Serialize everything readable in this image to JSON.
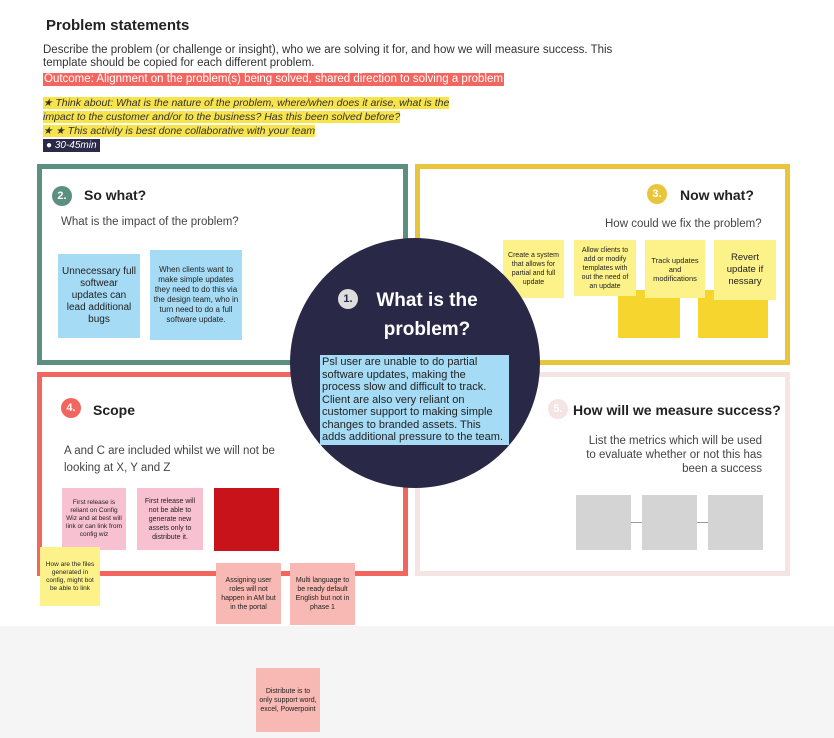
{
  "header": {
    "title": "Problem statements",
    "description": "Describe the problem (or challenge or insight), who we are solving it for, and how we will measure success. This template should be copied for each different problem.",
    "outcome": "Outcome: Alignment on the problem(s) being solved, shared direction to solving a problem",
    "think_line1": "★ Think about: What is the nature of the problem, where/when does it arise, what is the impact to the customer and/or to the business? Has this been solved before?",
    "think_line2": "★ ★ This activity is best done collaborative with your team",
    "time": "● 30-45min"
  },
  "center": {
    "number": "1.",
    "title": "What is the problem?",
    "text": "Psl user are unable to do partial software updates, making the process slow and difficult to track. Client are also very reliant on customer support to making simple changes to branded assets. This adds additional pressure to the team."
  },
  "sowhat": {
    "number": "2.",
    "title": "So what?",
    "question": "What is the impact of the problem?",
    "notes": [
      "Unnecessary full softwear updates can lead additional bugs",
      "When clients want to make simple updates they need to do this via the design team, who in turn need to do a full software update."
    ]
  },
  "nowwhat": {
    "number": "3.",
    "title": "Now what?",
    "question": "How could we fix the problem?",
    "notes": [
      "Create a system that allows for partial and full update",
      "Allow clients to add or modify templates with out the need of an update",
      "Track updates and modifications",
      "Revert update if nessary"
    ]
  },
  "scope": {
    "number": "4.",
    "title": "Scope",
    "question": "A and C are included whilst we will not be looking at X, Y and Z",
    "notes": [
      "First release is reliant on Config Wiz and at best will link or can link from config wiz",
      "First release will not be able to generate new assets only to distribute it.",
      "",
      "How are the files generated in config, might bot be able to link",
      "Assigning user roles will not happen in AM but in the portal",
      "Multi language to be ready default English but not in phase 1",
      "Distribute is to only support word, excel, Powerpoint"
    ]
  },
  "measure": {
    "number": "5.",
    "title": "How will we measure success?",
    "question": "List the metrics which will be used to evaluate whether or not this has been a success"
  },
  "colors": {
    "sowhat": "#5b8f80",
    "nowwhat": "#e8c53a",
    "scope": "#f2665f",
    "measure": "#f4e4e4",
    "circle": "#2a2847"
  }
}
